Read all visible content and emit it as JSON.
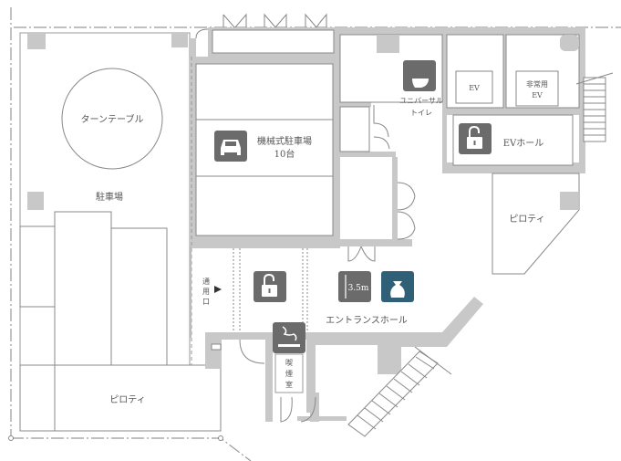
{
  "plan": {
    "left_parking_label": "駐車場",
    "turntable_label": "ターンテーブル",
    "mechanical_parking_label": "機械式駐車場",
    "mechanical_parking_count": "10台",
    "universal_toilet_line1": "ユニバーサル",
    "universal_toilet_line2": "トイレ",
    "ev_label": "EV",
    "emergency_ev_line1": "非常用",
    "emergency_ev_line2": "EV",
    "ev_hall_label": "EVホール",
    "piloti_right_label": "ピロティ",
    "piloti_bottom_label": "ピロティ",
    "service_entrance_chars": [
      "通",
      "用",
      "口"
    ],
    "ceiling_height_label": "3.5m",
    "entrance_hall_label": "エントランスホール",
    "smoking_room_chars": [
      "喫",
      "煙",
      "室"
    ]
  },
  "icons": {
    "car": "car-icon",
    "toilet": "toilet-icon",
    "lock_ev_hall": "unlocked-padlock-icon",
    "lock_entrance": "unlocked-padlock-icon",
    "ceiling_height": "ceiling-height-icon",
    "vase": "vase-icon",
    "smoking": "smoking-icon"
  },
  "colors": {
    "icon_gray": "#6b6b6b",
    "icon_blue": "#2f6078",
    "wall": "#c8c8c8"
  }
}
